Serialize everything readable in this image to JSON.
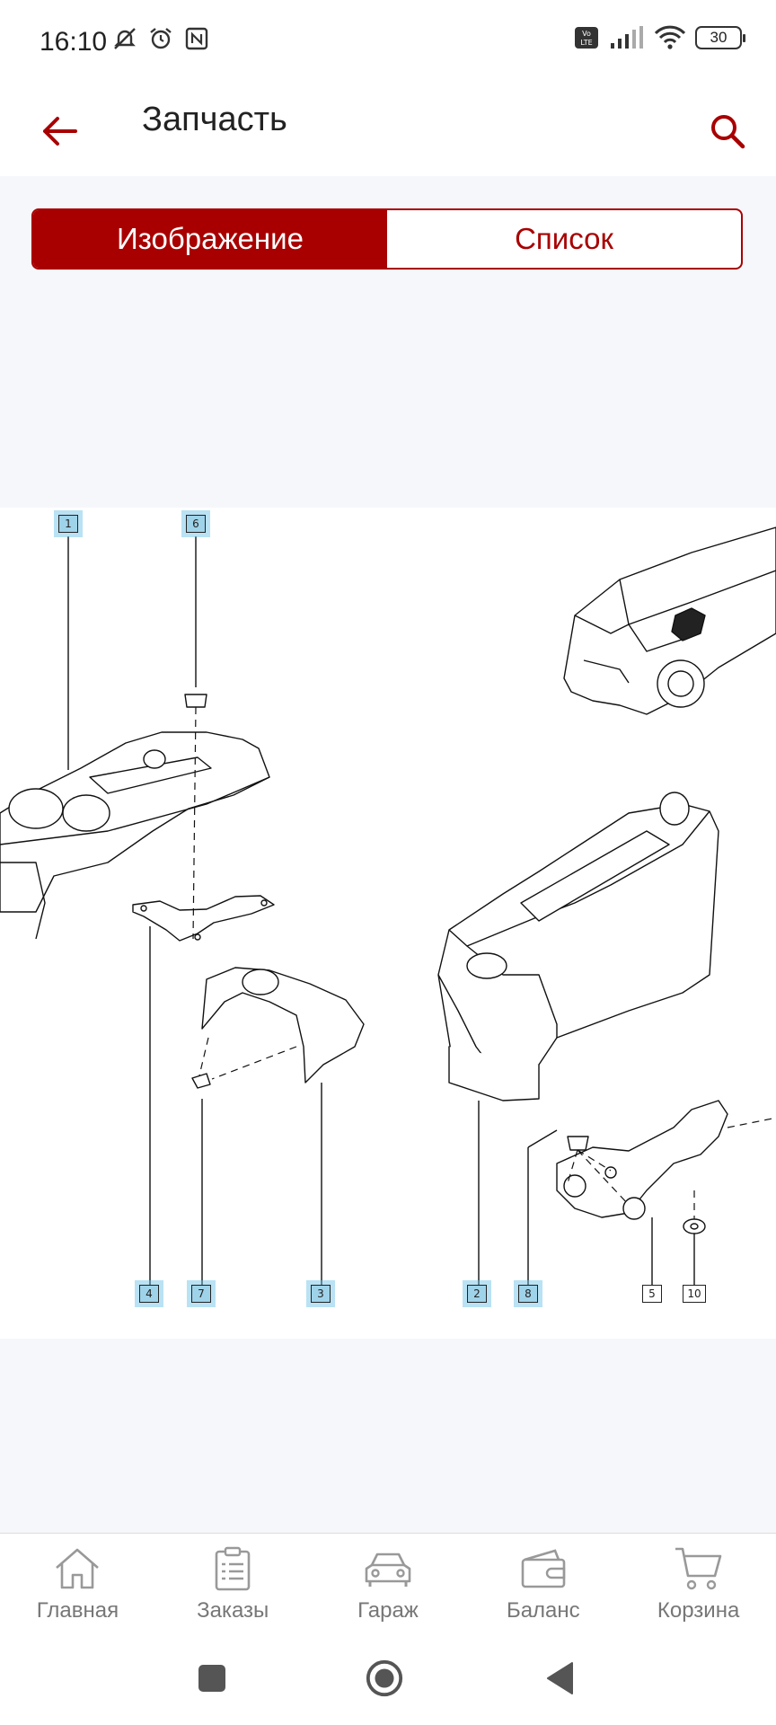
{
  "status_bar": {
    "time": "16:10",
    "battery": "30",
    "icons": [
      "mute-icon",
      "alarm-icon",
      "nfc-icon",
      "volte-icon",
      "signal-icon",
      "wifi-icon",
      "battery-icon"
    ]
  },
  "app_bar": {
    "title": "Запчасть",
    "back_icon": "arrow-left-icon",
    "search_icon": "search-icon"
  },
  "tabs": [
    {
      "label": "Изображение",
      "active": true
    },
    {
      "label": "Список",
      "active": false
    }
  ],
  "diagram": {
    "callouts": [
      "1",
      "6",
      "4",
      "7",
      "3",
      "2",
      "8",
      "5",
      "10"
    ]
  },
  "bottom_nav": [
    {
      "label": "Главная",
      "icon": "home-icon"
    },
    {
      "label": "Заказы",
      "icon": "clipboard-list-icon"
    },
    {
      "label": "Гараж",
      "icon": "car-icon"
    },
    {
      "label": "Баланс",
      "icon": "wallet-icon"
    },
    {
      "label": "Корзина",
      "icon": "cart-icon"
    }
  ],
  "colors": {
    "accent": "#a80000",
    "background": "#f6f7fb",
    "callout_highlight": "#9fd3ea"
  }
}
